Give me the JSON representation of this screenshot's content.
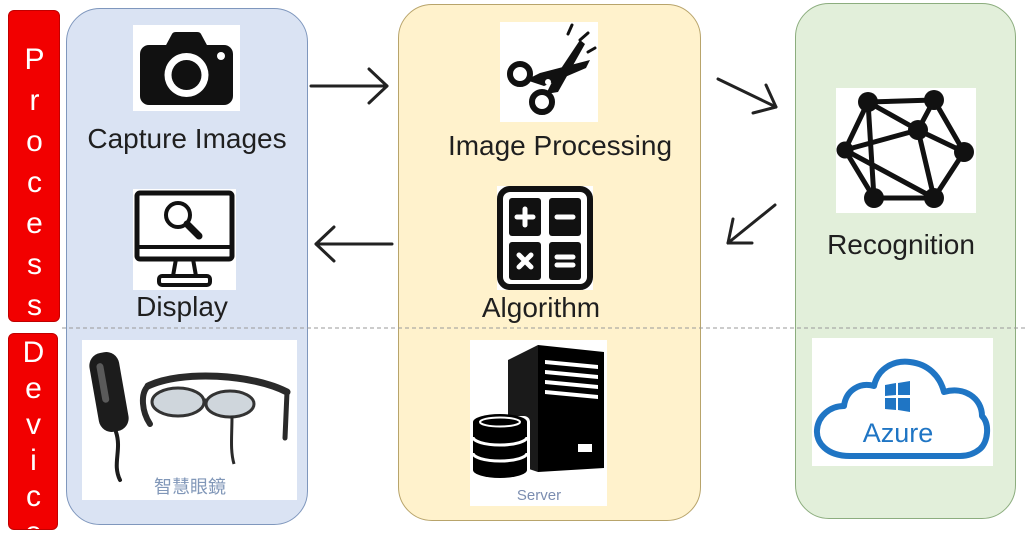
{
  "row_labels": {
    "process": "Process",
    "device": "Device"
  },
  "blue_box": {
    "steps": [
      {
        "label": "Capture Images",
        "icon": "camera-icon"
      },
      {
        "label": "Display",
        "icon": "monitor-magnifier-icon"
      }
    ],
    "device": {
      "icon": "smart-glasses-image",
      "caption": "智慧眼鏡"
    }
  },
  "yellow_box": {
    "steps": [
      {
        "label": "Image Processing",
        "icon": "scissors-icon"
      },
      {
        "label": "Algorithm",
        "icon": "calculator-icon"
      }
    ],
    "device": {
      "icon": "server-icon",
      "caption": "Server"
    }
  },
  "green_box": {
    "steps": [
      {
        "label": "Recognition",
        "icon": "network-icon"
      }
    ],
    "device": {
      "icon": "azure-logo",
      "caption": "Azure"
    }
  },
  "arrows": [
    "arrow-right-icon",
    "arrow-left-icon",
    "arrow-down-right-icon",
    "arrow-down-left-icon"
  ],
  "colors": {
    "row_label_red": "#f20000",
    "blue_box": "#dae3f3",
    "yellow_box": "#fff2cc",
    "green_box": "#e2efda",
    "azure_blue": "#1f75c4",
    "caption_gray_blue": "#8197b8"
  }
}
